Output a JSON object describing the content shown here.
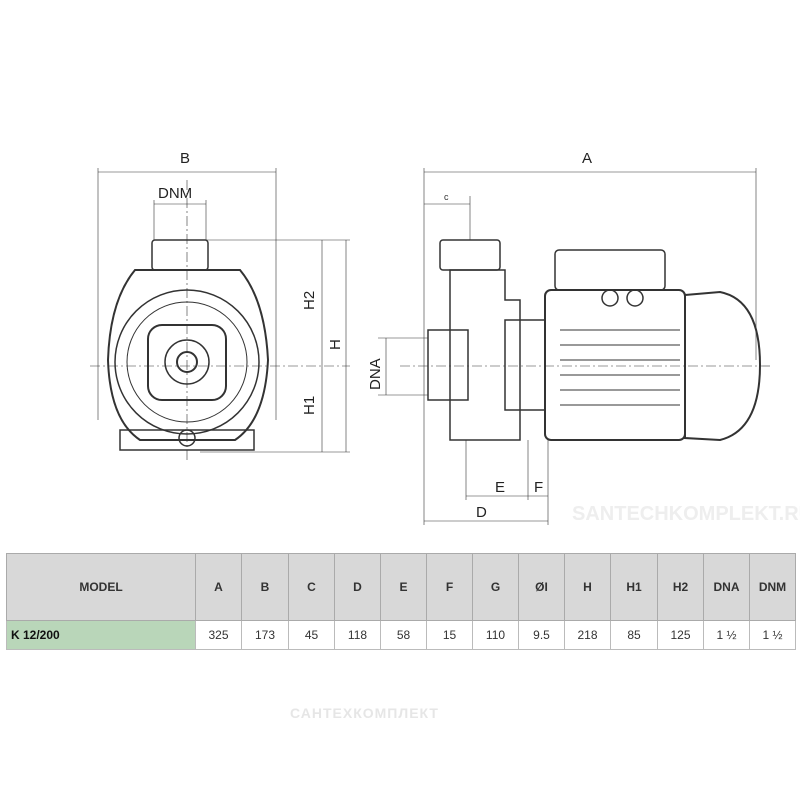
{
  "drawing": {
    "front_labels": {
      "b": "B",
      "dnm": "DNM",
      "h2": "H2",
      "h": "H",
      "h1": "H1"
    },
    "side_labels": {
      "a": "A",
      "c": "c",
      "dna": "DNA",
      "e": "E",
      "f": "F",
      "d": "D"
    }
  },
  "table": {
    "headers": [
      "MODEL",
      "A",
      "B",
      "C",
      "D",
      "E",
      "F",
      "G",
      "ØI",
      "H",
      "H1",
      "H2",
      "DNA",
      "DNM"
    ],
    "rows": [
      [
        "K 12/200",
        "325",
        "173",
        "45",
        "118",
        "58",
        "15",
        "110",
        "9.5",
        "218",
        "85",
        "125",
        "1 ½",
        "1 ½"
      ]
    ]
  },
  "watermarks": {
    "diagonal": "SANTECHKOMPLEKT.RU",
    "bottom": "САНТЕХКОМПЛЕКТ"
  }
}
